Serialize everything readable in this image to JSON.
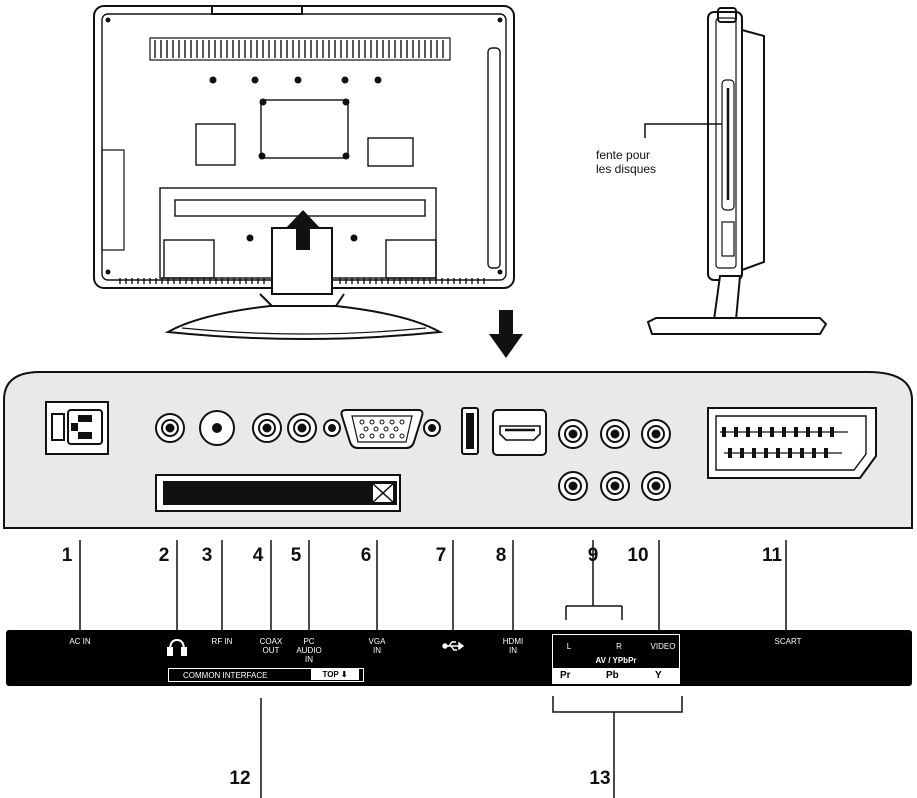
{
  "side_view": {
    "caption_line1": "fente pour",
    "caption_line2": "les disques"
  },
  "callouts": [
    "1",
    "2",
    "3",
    "4",
    "5",
    "6",
    "7",
    "8",
    "9",
    "10",
    "11",
    "12",
    "13"
  ],
  "strip": {
    "ac_in": "AC IN",
    "rf_in": "RF IN",
    "coax_out": "COAX\nOUT",
    "pc_audio_in": "PC\nAUDIO\nIN",
    "vga_in": "VGA\nIN",
    "hdmi_in": "HDMI\nIN",
    "scart": "SCART",
    "common_interface": "COMMON INTERFACE",
    "top_tag": "TOP ⬇",
    "av_l": "L",
    "av_r": "R",
    "av_video": "VIDEO",
    "av_title": "AV / YPbPr",
    "pr": "Pr",
    "pb": "Pb",
    "y": "Y"
  },
  "icons": [
    "headphone-icon",
    "usb-icon",
    "arrow-up-icon",
    "arrow-down-icon"
  ],
  "colors": {
    "strip": "#000000",
    "panel": "#e9e9e9",
    "line": "#111111"
  }
}
